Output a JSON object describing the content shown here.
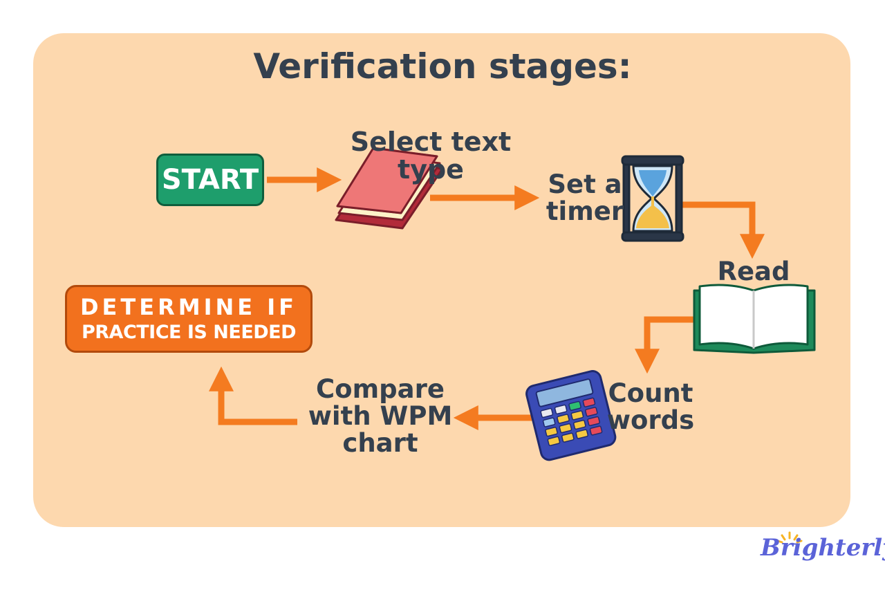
{
  "title": "Verification stages:",
  "steps": {
    "start": "START",
    "select_text": "Select text\n type",
    "set_timer": "Set a\ntimer",
    "read": "Read",
    "count_words": "Count\n words",
    "compare": "Compare\nwith WPM\nchart",
    "determine_line1": "DETERMINE IF",
    "determine_line2": "PRACTICE IS NEEDED"
  },
  "brand": "Brighterly",
  "colors": {
    "panel": "#fdd8ae",
    "arrow": "#f47b20",
    "start": "#1e9e6c",
    "determine": "#f2711e",
    "text": "#34404e",
    "brand": "#5b63d8"
  },
  "icons": [
    "closed-book-icon",
    "hourglass-icon",
    "open-book-icon",
    "calculator-icon"
  ]
}
